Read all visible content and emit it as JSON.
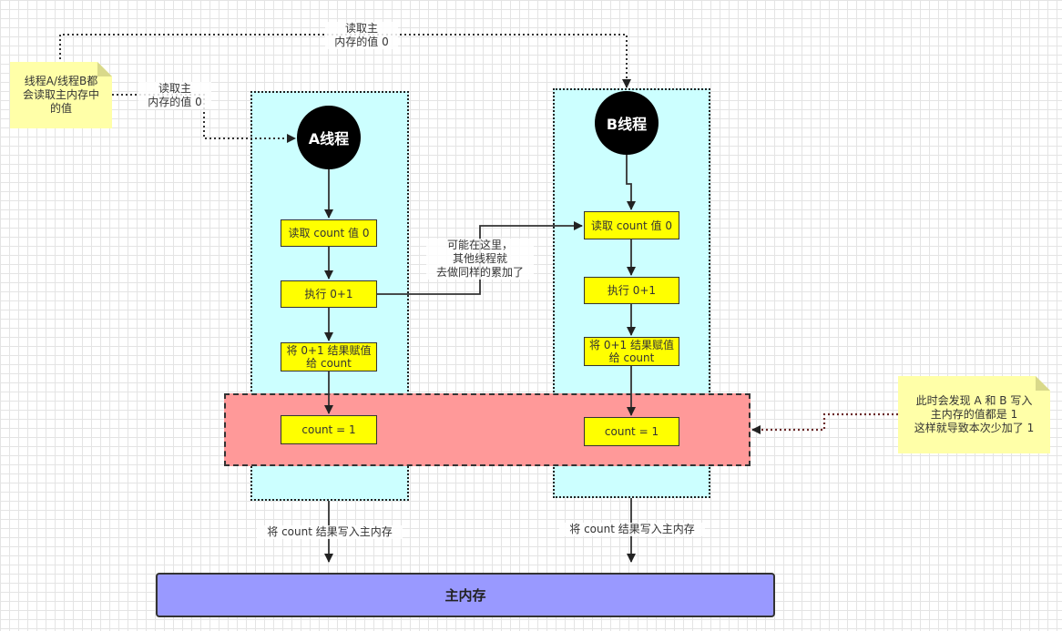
{
  "lanes": {
    "a": {
      "thread_label": "A线程",
      "read_step": "读取 count 值 0",
      "exec_step": "执行 0+1",
      "assign_step": "将 0+1 结果赋值给 count",
      "count_result": "count = 1",
      "write_label": "将 count 结果写入主内存"
    },
    "b": {
      "thread_label": "B线程",
      "read_step": "读取 count 值 0",
      "exec_step": "执行 0+1",
      "assign_step": "将 0+1 结果赋值给 count",
      "count_result": "count = 1",
      "write_label": "将 count 结果写入主内存"
    }
  },
  "labels": {
    "read_main_top": "读取主\n内存的值 0",
    "read_main_left": "读取主\n内存的值 0",
    "maybe_here": "可能在这里，\n其他线程就\n去做同样的累加了"
  },
  "notes": {
    "left": "线程A/线程B都\n会读取主内存中\n的值",
    "right": "此时会发现 A 和 B 写入\n主内存的值都是 1\n这样就导致本次少加了 1"
  },
  "main_memory": "主内存",
  "colors": {
    "lane_fill": "#ccffff",
    "step_fill": "#ffff00",
    "conflict_band": "#ff9999",
    "main_memory": "#9999ff",
    "note_fill": "#ffffa8",
    "thread_node": "#000000"
  }
}
